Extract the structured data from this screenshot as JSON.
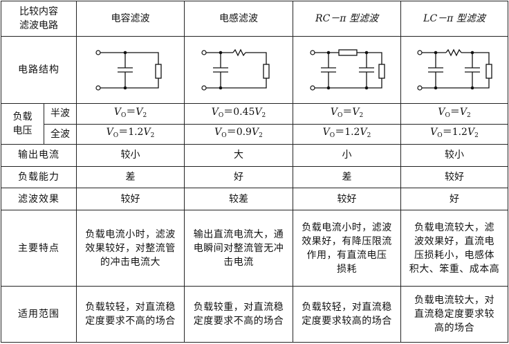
{
  "header": {
    "corner_line1": "比较内容",
    "corner_line2": "滤波电路",
    "cols": [
      "电容滤波",
      "电感滤波",
      "RC－π 型滤波",
      "LC－π 型滤波"
    ]
  },
  "rows": {
    "circuit_label": "电路结构",
    "load_voltage_label_line1": "负载",
    "load_voltage_label_line2": "电压",
    "half_wave_label": "半波",
    "full_wave_label": "全波",
    "half_wave": [
      {
        "lhs": "V",
        "lsub": "O",
        "eq": "＝",
        "rhs": "V",
        "rsub": "2",
        "coef": ""
      },
      {
        "lhs": "V",
        "lsub": "O",
        "eq": "＝",
        "rhs": "V",
        "rsub": "2",
        "coef": "0.45"
      },
      {
        "lhs": "V",
        "lsub": "O",
        "eq": "＝",
        "rhs": "V",
        "rsub": "2",
        "coef": ""
      },
      {
        "lhs": "V",
        "lsub": "O",
        "eq": "＝",
        "rhs": "V",
        "rsub": "2",
        "coef": ""
      }
    ],
    "full_wave": [
      {
        "lhs": "V",
        "lsub": "O",
        "eq": "＝",
        "rhs": "V",
        "rsub": "2",
        "coef": "1.2"
      },
      {
        "lhs": "V",
        "lsub": "O",
        "eq": "＝",
        "rhs": "V",
        "rsub": "2",
        "coef": "0.9"
      },
      {
        "lhs": "V",
        "lsub": "O",
        "eq": "＝",
        "rhs": "V",
        "rsub": "2",
        "coef": "1.2"
      },
      {
        "lhs": "V",
        "lsub": "O",
        "eq": "＝",
        "rhs": "V",
        "rsub": "2",
        "coef": "1.2"
      }
    ],
    "output_current_label": "输出电流",
    "output_current": [
      "较小",
      "大",
      "小",
      "较小"
    ],
    "load_capacity_label": "负载能力",
    "load_capacity": [
      "差",
      "好",
      "差",
      "较好"
    ],
    "filter_effect_label": "滤波效果",
    "filter_effect": [
      "较好",
      "较差",
      "较好",
      "好"
    ],
    "features_label": "主要特点",
    "features": [
      [
        "负载电流小时，滤波",
        "效果较好，对整流管",
        "的冲击电流大"
      ],
      [
        "输出直流电流大，通",
        "电瞬间对整流管无冲",
        "击电流"
      ],
      [
        "负载电流小时，滤波",
        "效果好，有降压限流",
        "作用，有直流电压",
        "损耗"
      ],
      [
        "负载电流较大，滤",
        "波效果好，直流电",
        "压损耗小，电感体",
        "积大、笨重、成本高"
      ]
    ],
    "scope_label": "适用范围",
    "scope": [
      [
        "负载较轻，对直流稳",
        "定度要求不高的场合"
      ],
      [
        "负载较重，对直流稳",
        "定度要求不高的场合"
      ],
      [
        "负载较轻，对直流稳",
        "定度要求较高的场合"
      ],
      [
        "负载电流较大，对",
        "直流稳定度要求较",
        "高的场合"
      ]
    ]
  }
}
